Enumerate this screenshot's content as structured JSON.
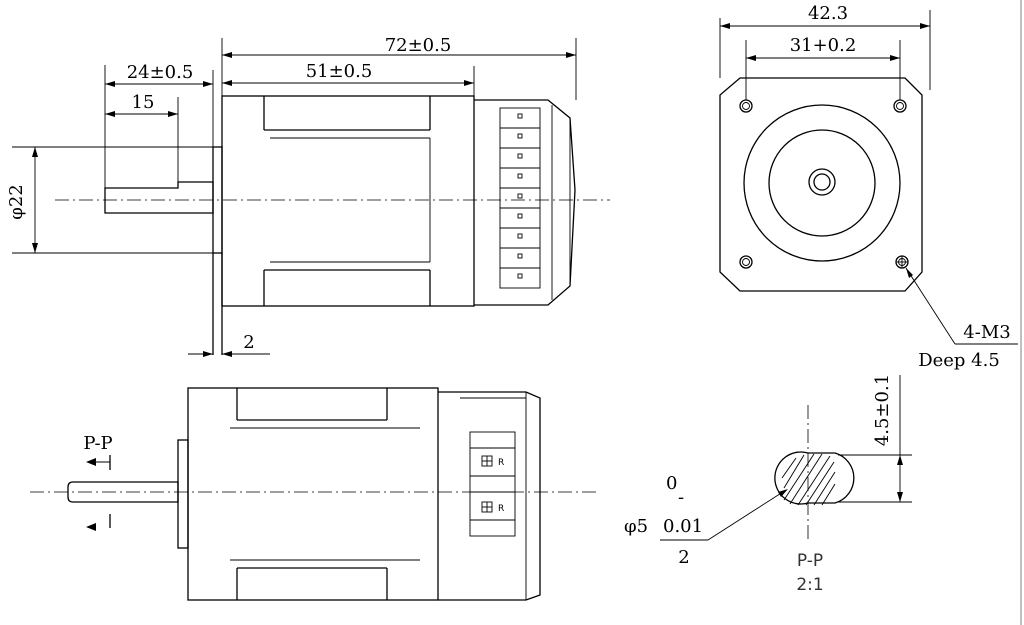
{
  "dims": {
    "d72": "72±0.5",
    "d51": "51±0.5",
    "d24": "24±0.5",
    "d15": "15",
    "d22": "φ22",
    "d2": "2",
    "d42": "42.3",
    "d31": "31+0.2",
    "d4m3": "4-M3",
    "deep": "Deep 4.5",
    "d45": "4.5±0.1",
    "phi5": "φ5",
    "tol_upper": "0",
    "tol_dash": "-",
    "tol_lower": "0.01",
    "d2b": "2"
  },
  "section": {
    "marker": "P-P",
    "title": "P-P",
    "scale": "2:1"
  }
}
